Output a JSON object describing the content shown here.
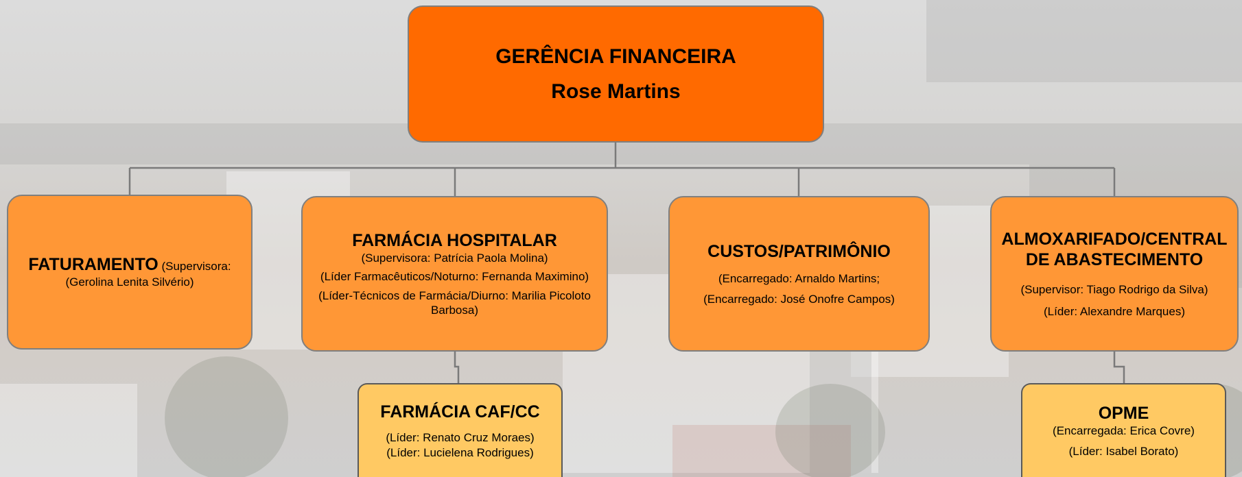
{
  "colors": {
    "top": "#ff6a00",
    "mid": "#ff9736",
    "low": "#ffc963",
    "border": "#7f7f7f",
    "connector": "#7a7a7a"
  },
  "root": {
    "title": "GERÊNCIA FINANCEIRA",
    "name": "Rose Martins"
  },
  "faturamento": {
    "title": "FATURAMENTO",
    "inline": " (Supervisora:",
    "line1": "(Gerolina Lenita  Silvério)"
  },
  "farmacia": {
    "title": "FARMÁCIA HOSPITALAR",
    "line1": "(Supervisora: Patrícia Paola Molina)",
    "line2": "(Líder Farmacêuticos/Noturno: Fernanda Maximino)",
    "line3": "(Líder-Técnicos de Farmácia/Diurno: Marilia Picoloto Barbosa)"
  },
  "custos": {
    "title": "CUSTOS/PATRIMÔNIO",
    "line1": "(Encarregado: Arnaldo Martins;",
    "line2": "(Encarregado: José Onofre Campos)"
  },
  "almox": {
    "title": "ALMOXARIFADO/CENTRAL DE ABASTECIMENTO",
    "line1": "(Supervisor: Tiago Rodrigo da Silva)",
    "line2": "(Líder: Alexandre Marques)"
  },
  "caf": {
    "title": "FARMÁCIA CAF/CC",
    "line1": "(Líder: Renato Cruz Moraes)",
    "line2": "(Líder: Lucielena Rodrigues)"
  },
  "opme": {
    "title": "OPME",
    "line1": "(Encarregada: Erica Covre)",
    "line2": "(Líder: Isabel Borato)"
  }
}
